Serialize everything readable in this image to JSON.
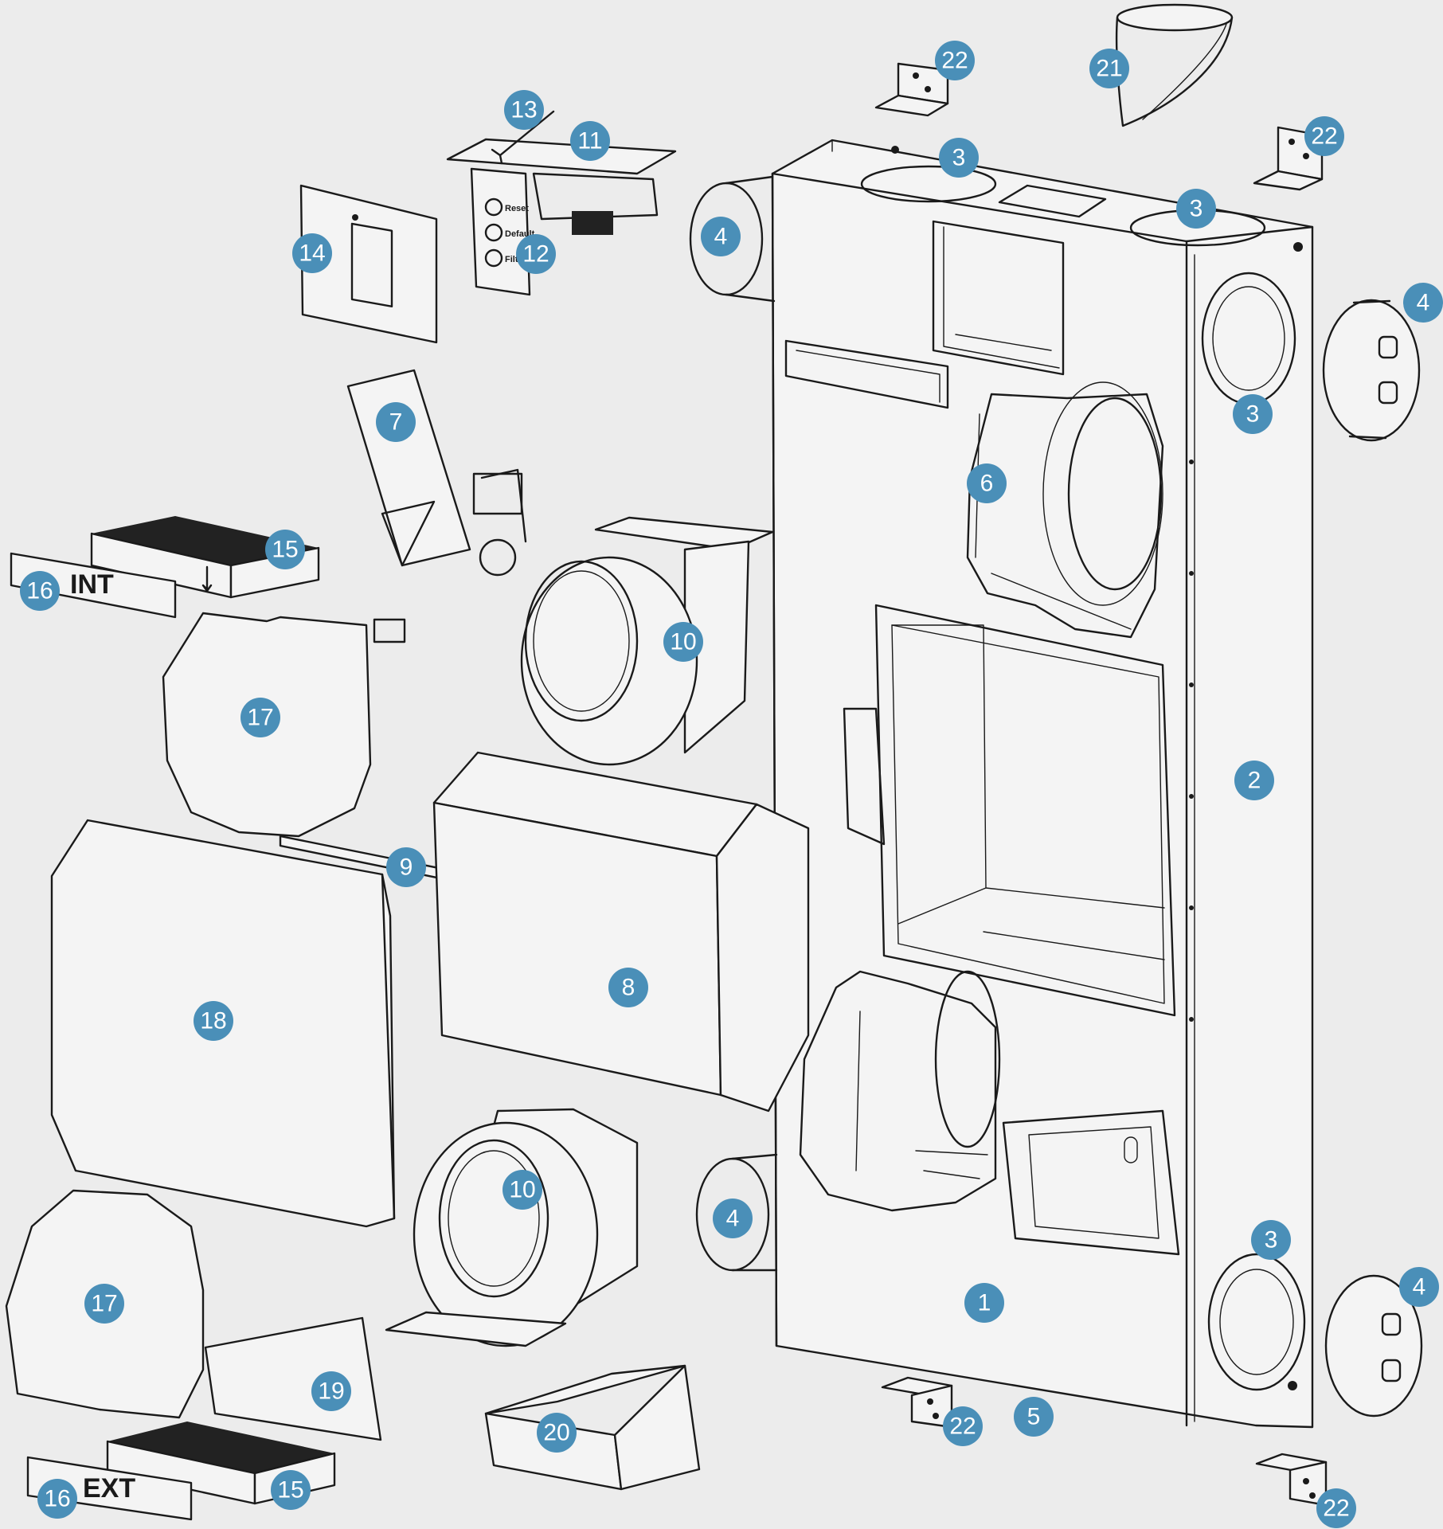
{
  "colors": {
    "background": "#ececec",
    "line": "#1a1a1a",
    "callout_fill": "#4a8fb8",
    "callout_text": "#ffffff"
  },
  "labels": {
    "filter_int": "INT",
    "filter_ext": "EXT",
    "btn_reset": "Reset",
    "btn_default": "Default",
    "btn_filter": "Filter"
  },
  "callouts": {
    "c1": "1",
    "c2": "2",
    "c3a": "3",
    "c3b": "3",
    "c3c": "3",
    "c3d": "3",
    "c4a": "4",
    "c4b": "4",
    "c4c": "4",
    "c4d": "4",
    "c5": "5",
    "c6": "6",
    "c7": "7",
    "c8": "8",
    "c9": "9",
    "c10a": "10",
    "c10b": "10",
    "c11": "11",
    "c12": "12",
    "c13": "13",
    "c14": "14",
    "c15a": "15",
    "c15b": "15",
    "c16a": "16",
    "c16b": "16",
    "c17a": "17",
    "c17b": "17",
    "c18": "18",
    "c19": "19",
    "c20": "20",
    "c21": "21",
    "c22a": "22",
    "c22b": "22",
    "c22c": "22",
    "c22d": "22"
  }
}
